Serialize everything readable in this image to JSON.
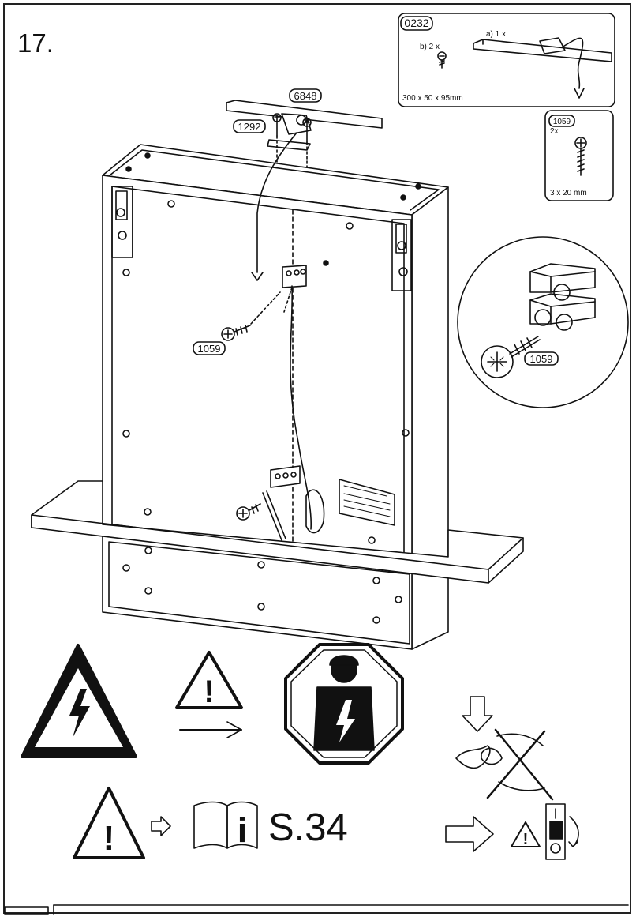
{
  "step": {
    "number": "17."
  },
  "parts": {
    "p0232": {
      "code": "0232",
      "item_a": "a)  1 x",
      "item_b": "b) 2 x",
      "dimensions": "300 x 50 x 95mm"
    },
    "p1059": {
      "code": "1059",
      "quantity": "2x",
      "dimensions": "3 x 20 mm"
    }
  },
  "callouts": {
    "lamp": "6848",
    "bracket": "1292",
    "screw_left": "1059",
    "screw_zoom": "1059"
  },
  "manual_ref": "S.34",
  "icons": {
    "electric_warning": "high-voltage-warning-icon",
    "caution": "caution-icon",
    "electrician": "electrician-required-icon",
    "book": "info-manual-icon",
    "switch": "power-switch-icon"
  },
  "colors": {
    "line": "#111111",
    "background": "#ffffff"
  }
}
